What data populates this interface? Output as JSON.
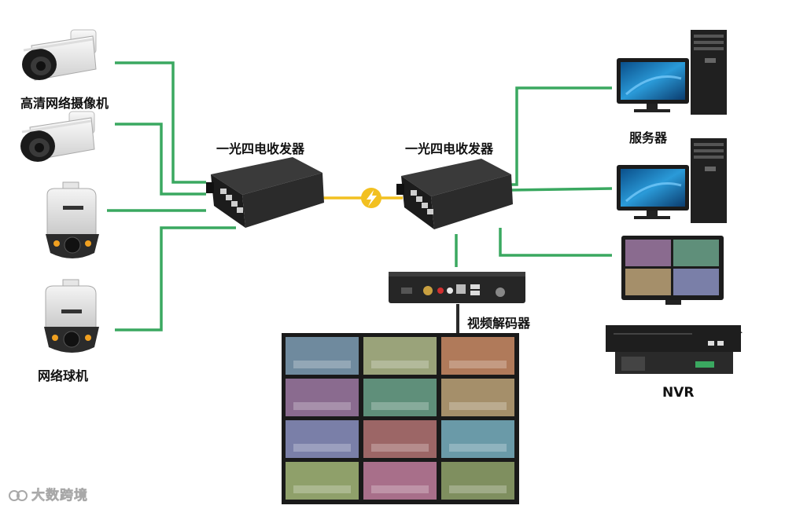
{
  "labels": {
    "hd_camera": "高清网络摄像机",
    "dome_camera": "网络球机",
    "converter_left": "一光四电收发器",
    "converter_right": "一光四电收发器",
    "server": "服务器",
    "decoder": "视频解码器",
    "nvr": "NVR"
  },
  "watermark": "大数跨境",
  "colors": {
    "network_line": "#3aa860",
    "fiber_line": "#f2c020",
    "device_dark": "#2a2a2a",
    "monitor_blue": "#1f7fc0"
  }
}
